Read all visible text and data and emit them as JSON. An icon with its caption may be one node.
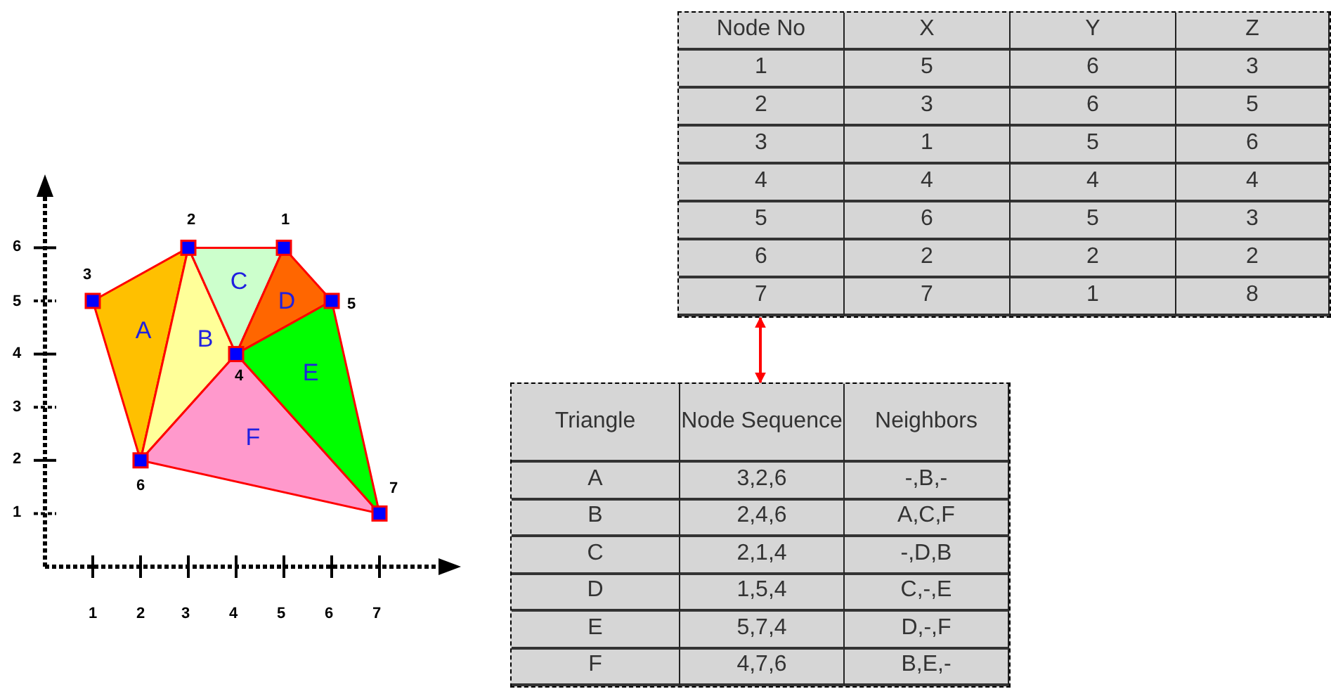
{
  "diagram": {
    "nodes": [
      {
        "text": [
          "Node No",
          "X",
          "Y",
          "Z",
          "1",
          "5",
          "6",
          "3",
          "2",
          "3",
          "6",
          "5",
          "3",
          "1",
          "5",
          "6",
          "4",
          "4",
          "4",
          "4",
          "5",
          "6",
          "5",
          "3",
          "6",
          "2",
          "2",
          "2",
          "7",
          "7",
          "1",
          "8"
        ]
      },
      {
        "text": [
          "Triangle",
          "Node Sequence",
          "Neighbors",
          "A",
          "3,2,6",
          "-,B,-",
          "B",
          "2,4,6",
          "A,C,F",
          "C",
          "2,1,4",
          "-,D,B",
          "D",
          "1,5,4",
          "C,-,E",
          "E",
          "5,7,4",
          "D,-,F",
          "F",
          "4,7,6",
          "B,E,-"
        ]
      }
    ],
    "edges": [
      {
        "from": 0,
        "to": 1,
        "arrow": "both",
        "color": "#ff0000"
      }
    ],
    "labels": [
      "2",
      "1",
      "3",
      "5",
      "C",
      "D",
      "A",
      "B",
      "4",
      "E",
      "F",
      "6",
      "7",
      "6",
      "5",
      "4",
      "3",
      "2",
      "1",
      "1",
      "2",
      "3",
      "4",
      "5",
      "6",
      "7"
    ]
  }
}
